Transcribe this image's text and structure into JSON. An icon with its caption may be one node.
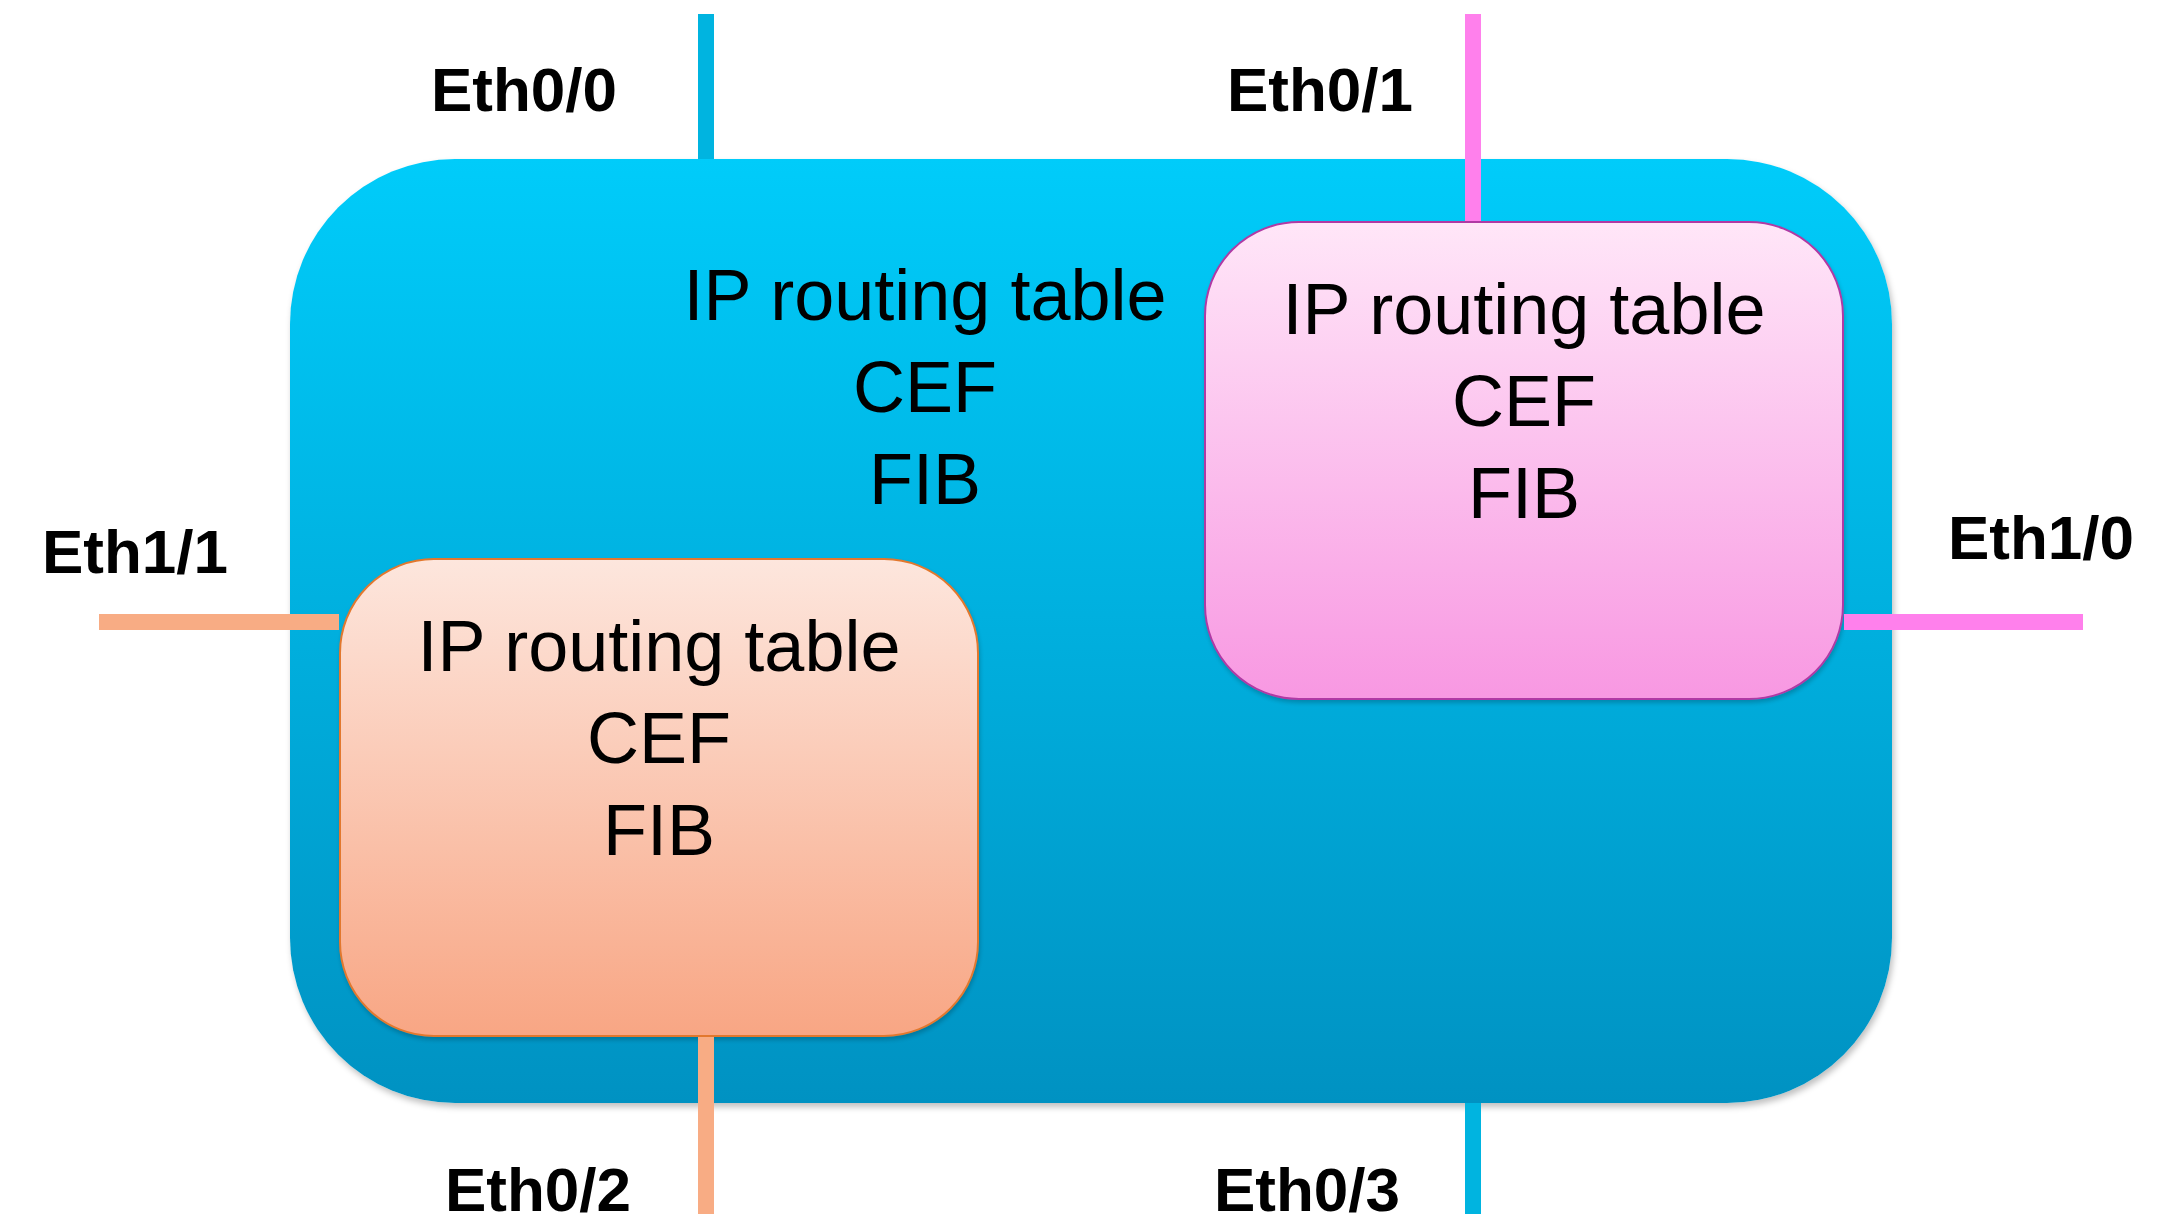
{
  "diagram": {
    "nodes": [
      {
        "text": [
          "IP routing table",
          "CEF",
          "FIB"
        ]
      },
      {
        "text": [
          "IP routing table",
          "CEF",
          "FIB"
        ],
        "in": 0
      },
      {
        "text": [
          "IP routing table",
          "CEF",
          "FIB"
        ],
        "in": 0
      }
    ],
    "edges": [
      {
        "from": null,
        "to": 0,
        "arrow": "none",
        "label": "Eth0/0",
        "color": "#00b4e0"
      },
      {
        "from": null,
        "to": 1,
        "arrow": "none",
        "label": "Eth0/1",
        "color": "#ff80ec"
      },
      {
        "from": null,
        "to": 2,
        "arrow": "none",
        "label": "Eth1/1",
        "color": "#f8ac84"
      },
      {
        "from": null,
        "to": 1,
        "arrow": "none",
        "label": "Eth1/0",
        "color": "#ff80ec"
      },
      {
        "from": null,
        "to": 2,
        "arrow": "none",
        "label": "Eth0/2",
        "color": "#f8ac84"
      },
      {
        "from": null,
        "to": 0,
        "arrow": "none",
        "label": "Eth0/3",
        "color": "#00b4e0"
      }
    ]
  }
}
